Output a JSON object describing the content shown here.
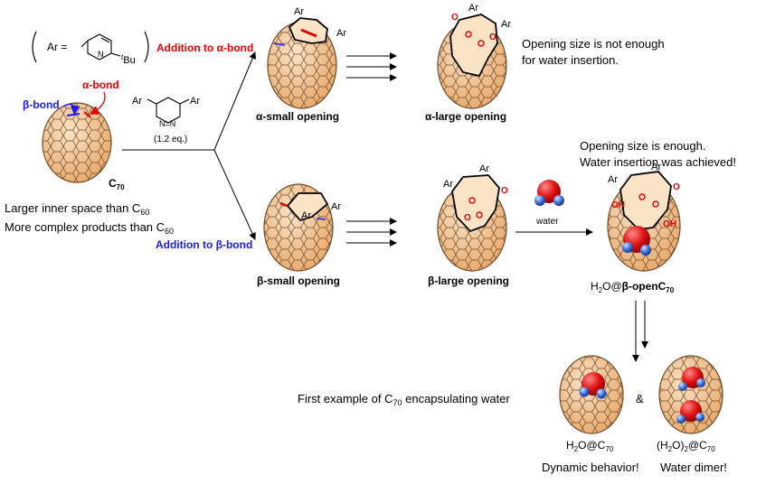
{
  "ar_definition": {
    "prefix": "Ar =",
    "substituent": "tBu",
    "substituent_sup": "t",
    "substituent_main": "Bu"
  },
  "c70_start": {
    "alpha_label": "α-bond",
    "beta_label": "β-bond",
    "name": "C",
    "name_sub": "70",
    "desc_line1": "Larger inner space than C",
    "desc_line1_sub": "60",
    "desc_line2": "More complex products than C",
    "desc_line2_sub": "60"
  },
  "reagent": {
    "ar_left": "Ar",
    "ar_right": "Ar",
    "nn": "N",
    "nn2": "N",
    "equiv": "(1.2 eq.)"
  },
  "alpha_path": {
    "addition_label": "Addition to α-bond",
    "small_label": "α-small opening",
    "large_label": "α-large opening",
    "note_line1": "Opening size is not enough",
    "note_line2": "for water insertion.",
    "ar1": "Ar",
    "ar2": "Ar",
    "ar3": "Ar",
    "ar4": "Ar",
    "o": "O"
  },
  "beta_path": {
    "addition_label": "Addition to β-bond",
    "small_label": "β-small opening",
    "large_label": "β-large opening",
    "water_label": "water",
    "note_line1": "Opening size is enough.",
    "note_line2": "Water insertion was achieved!",
    "product_prefix": "H",
    "product_sub": "2",
    "product_mid": "O@",
    "product_bold": "β-openC",
    "product_bold_sub": "70",
    "ar": "Ar",
    "o": "O",
    "oh": "OH"
  },
  "final": {
    "caption_text": "First example of C",
    "caption_sub": "70",
    "caption_end": " encapsulating water",
    "ampersand": "&",
    "left_label_a": "H",
    "left_label_sub": "2",
    "left_label_b": "O@C",
    "left_label_sub2": "70",
    "left_note": "Dynamic behavior!",
    "right_label_a": "(H",
    "right_label_sub": "2",
    "right_label_b": "O)",
    "right_label_sub2": "2",
    "right_label_c": "@C",
    "right_label_sub3": "70",
    "right_note": "Water dimer!"
  },
  "colors": {
    "cage_fill": "#f4c99a",
    "cage_stroke": "#6b4a2a",
    "alpha": "#e00000",
    "beta": "#1a1aff",
    "oxygen": "#e01010",
    "hydrogen": "#3a6fd8"
  }
}
